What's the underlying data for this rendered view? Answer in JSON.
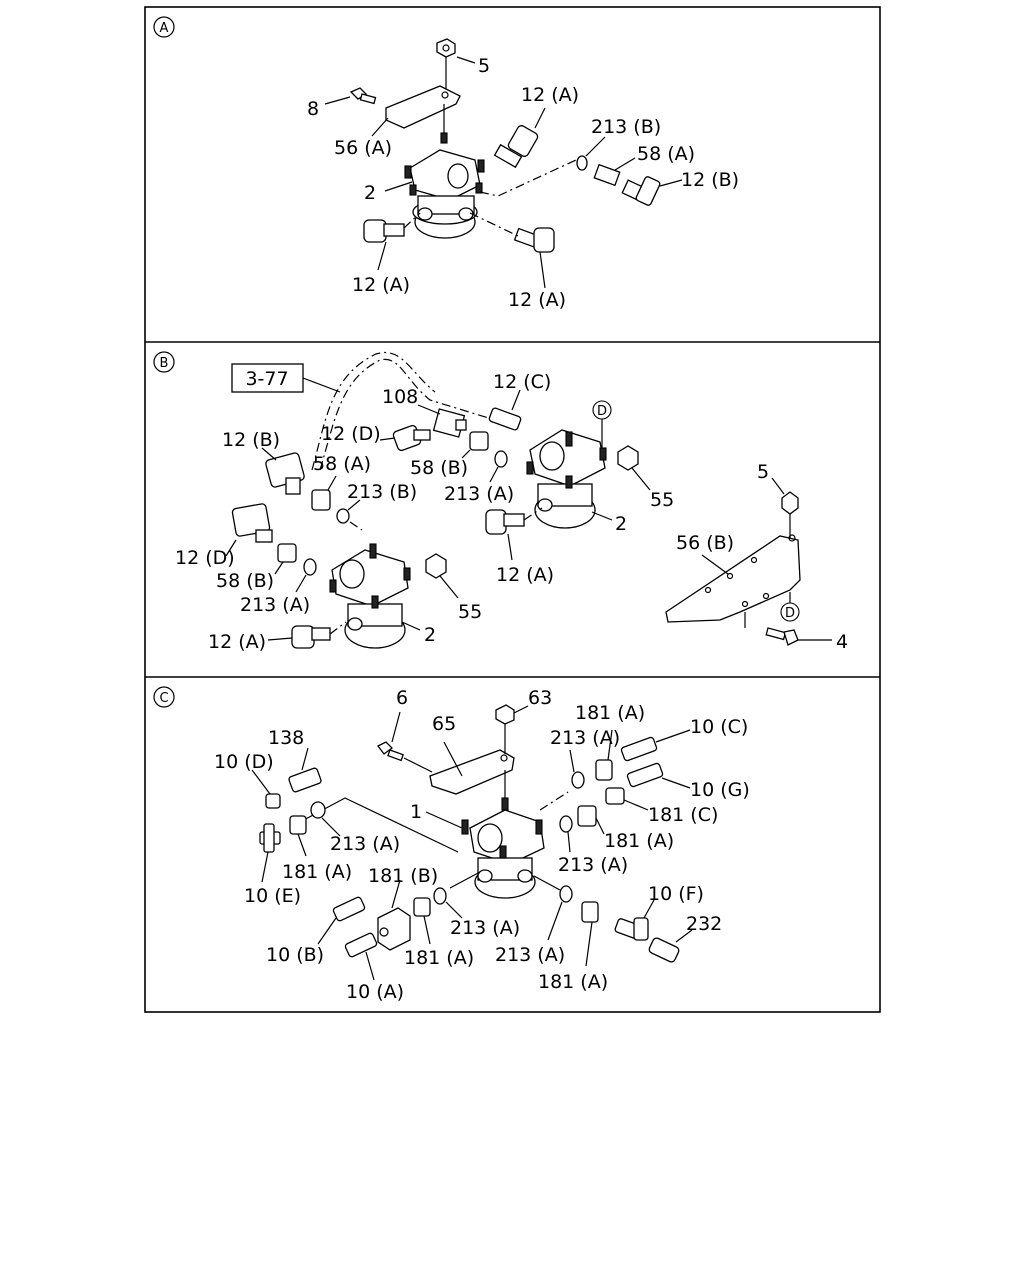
{
  "sections": [
    {
      "id": "A",
      "marker": "A",
      "labels": [
        "5",
        "8",
        "12 (A)",
        "56 (A)",
        "213 (B)",
        "58 (A)",
        "12 (B)",
        "2",
        "12 (A)",
        "12 (A)"
      ]
    },
    {
      "id": "B",
      "marker": "B",
      "ref_box": "3-77",
      "detail_marker": "D",
      "labels": [
        "108",
        "12 (C)",
        "12 (B)",
        "12 (D)",
        "58 (A)",
        "58 (B)",
        "213 (A)",
        "55",
        "213 (B)",
        "2",
        "12 (D)",
        "58 (B)",
        "213 (A)",
        "55",
        "12 (A)",
        "2",
        "12 (A)",
        "5",
        "56 (B)",
        "4"
      ]
    },
    {
      "id": "C",
      "marker": "C",
      "labels": [
        "6",
        "63",
        "65",
        "213 (A)",
        "181 (A)",
        "10 (C)",
        "138",
        "10 (D)",
        "10 (G)",
        "181 (C)",
        "1",
        "213 (A)",
        "181 (A)",
        "181 (A)",
        "213 (A)",
        "10 (E)",
        "181 (B)",
        "10 (F)",
        "232",
        "10 (B)",
        "213 (A)",
        "181 (A)",
        "213 (A)",
        "10 (A)",
        "181 (A)"
      ]
    }
  ]
}
